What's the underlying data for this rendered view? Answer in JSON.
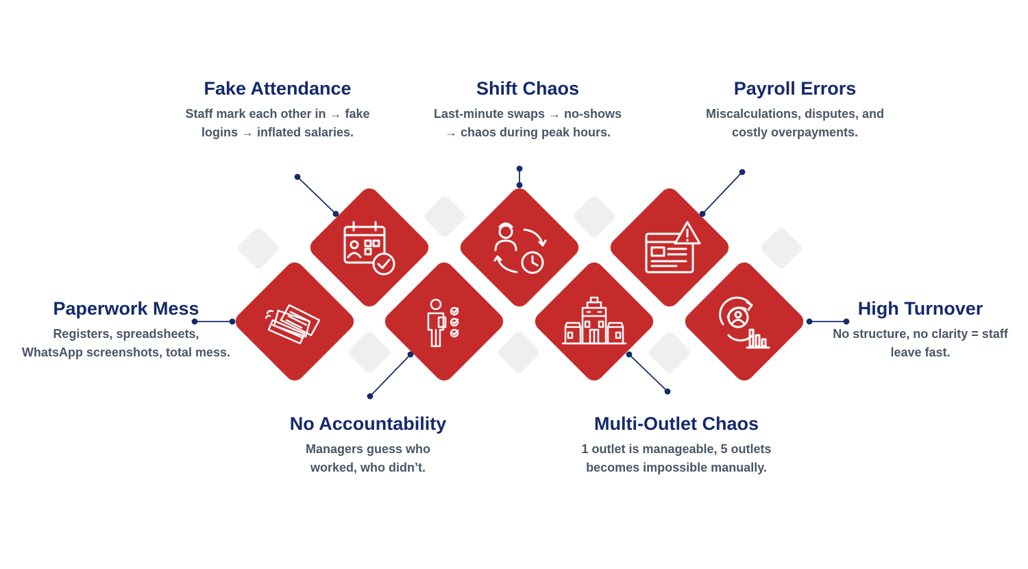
{
  "colors": {
    "accent_red": "#c62b2b",
    "title_navy": "#142a6b",
    "description_gray": "#4a5566",
    "connector_navy": "#142a6b",
    "filler_gray": "#efefef"
  },
  "items": [
    {
      "title": "Fake Attendance",
      "lines": [
        "Staff mark each other in → fake",
        "logins → inflated salaries."
      ],
      "icon": "calendar-check-icon"
    },
    {
      "title": "Shift Chaos",
      "lines": [
        "Last-minute swaps → no-shows",
        "→ chaos during peak hours."
      ],
      "icon": "person-clock-cycle-icon"
    },
    {
      "title": "Payroll Errors",
      "lines": [
        "Miscalculations, disputes, and",
        "costly overpayments."
      ],
      "icon": "browser-warning-icon"
    },
    {
      "title": "Paperwork Mess",
      "lines": [
        "Registers, spreadsheets,",
        "WhatsApp screenshots, total mess."
      ],
      "icon": "paper-stack-icon"
    },
    {
      "title": "No Accountability",
      "lines": [
        "Managers guess who",
        "worked, who didn’t."
      ],
      "icon": "person-checklist-icon"
    },
    {
      "title": "Multi-Outlet Chaos",
      "lines": [
        "1 outlet is manageable, 5 outlets",
        "becomes impossible manually."
      ],
      "icon": "storefronts-icon"
    },
    {
      "title": "High Turnover",
      "lines": [
        "No structure, no clarity = staff",
        "leave fast."
      ],
      "icon": "turnover-chart-icon"
    }
  ]
}
